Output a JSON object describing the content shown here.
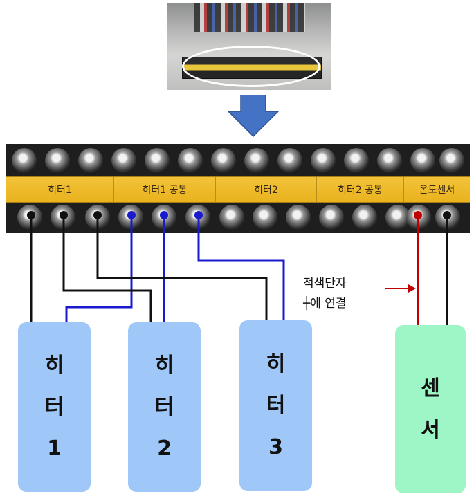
{
  "strip": {
    "segments": [
      "히터1",
      "히터1  공통",
      "히터2",
      "히터2  공통",
      "온도센서"
    ]
  },
  "annotation": {
    "line1": "적색단자",
    "line2": "┼에 연결"
  },
  "boxes": [
    {
      "chars": [
        "히",
        "터",
        "1"
      ]
    },
    {
      "chars": [
        "히",
        "터",
        "2"
      ]
    },
    {
      "chars": [
        "히",
        "터",
        "3"
      ]
    },
    {
      "chars": [
        "센",
        "서"
      ]
    }
  ],
  "colors": {
    "black_wire": "#111111",
    "blue_wire": "#1a1acc",
    "red_wire": "#c00000",
    "arrow": "#4472c4",
    "heater_box": "#9fc8f8",
    "sensor_box": "#9ef5c6"
  }
}
